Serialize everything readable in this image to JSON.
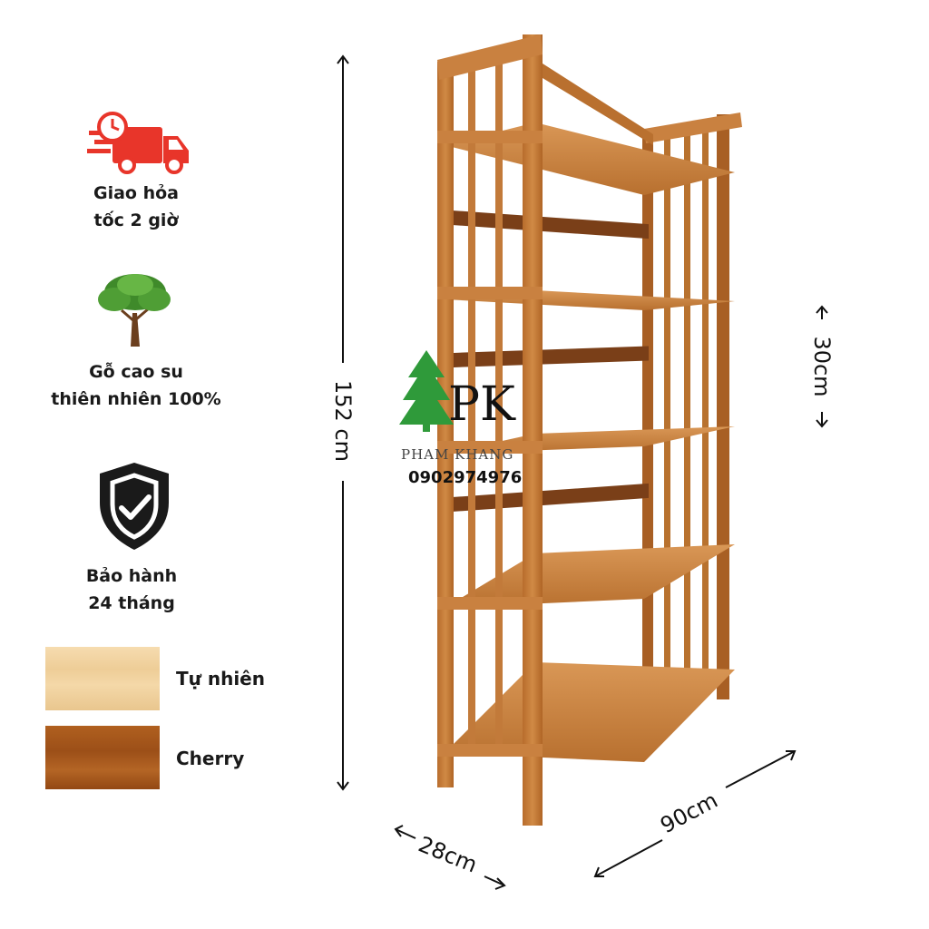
{
  "features": [
    {
      "icon": "delivery-truck-icon",
      "line1": "Giao hỏa",
      "line2": "tốc 2 giờ"
    },
    {
      "icon": "tree-icon",
      "line1": "Gỗ cao su",
      "line2": "thiên nhiên 100%"
    },
    {
      "icon": "shield-check-icon",
      "line1": "Bảo hành",
      "line2": "24 tháng"
    }
  ],
  "colors": [
    {
      "name": "Tự nhiên",
      "hex": "#f1d4a3"
    },
    {
      "name": "Cherry",
      "hex": "#a9561e"
    }
  ],
  "dimensions": {
    "height": "152 cm",
    "depth_side": "30cm",
    "depth_bottom": "28cm",
    "width": "90cm"
  },
  "logo": {
    "letters": "PK",
    "brand": "PHAM KHANG",
    "phone": "0902974976"
  },
  "accent": {
    "wood": "#c27a3a",
    "wood_dark": "#8a4a1c",
    "truck_red": "#e8352a",
    "tree_green": "#3f8a2a"
  }
}
